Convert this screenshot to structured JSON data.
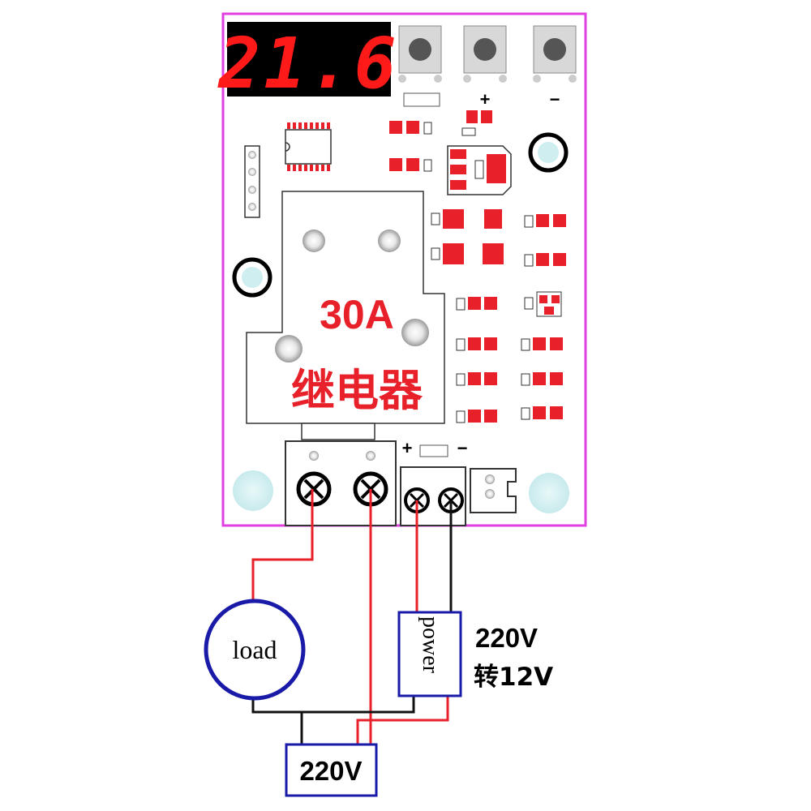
{
  "display": {
    "digits": "21.6",
    "digit_color": "#ff1a1a"
  },
  "buttons": {
    "plus_label": "+",
    "minus_label": "−"
  },
  "relay": {
    "rating_label": "30A",
    "name_label": "继电器"
  },
  "power_terminal": {
    "plus_label": "+",
    "minus_label": "−"
  },
  "load": {
    "label": "load"
  },
  "power_module": {
    "label": "power"
  },
  "power_note": {
    "line1": "220V",
    "line2": "转12V"
  },
  "mains": {
    "label": "220V"
  },
  "colors": {
    "board_outline": "#e040e0",
    "component_red": "#e8202a",
    "wire_red": "#e8202a",
    "wire_black": "#111111",
    "box_blue": "#1a1aa8"
  }
}
